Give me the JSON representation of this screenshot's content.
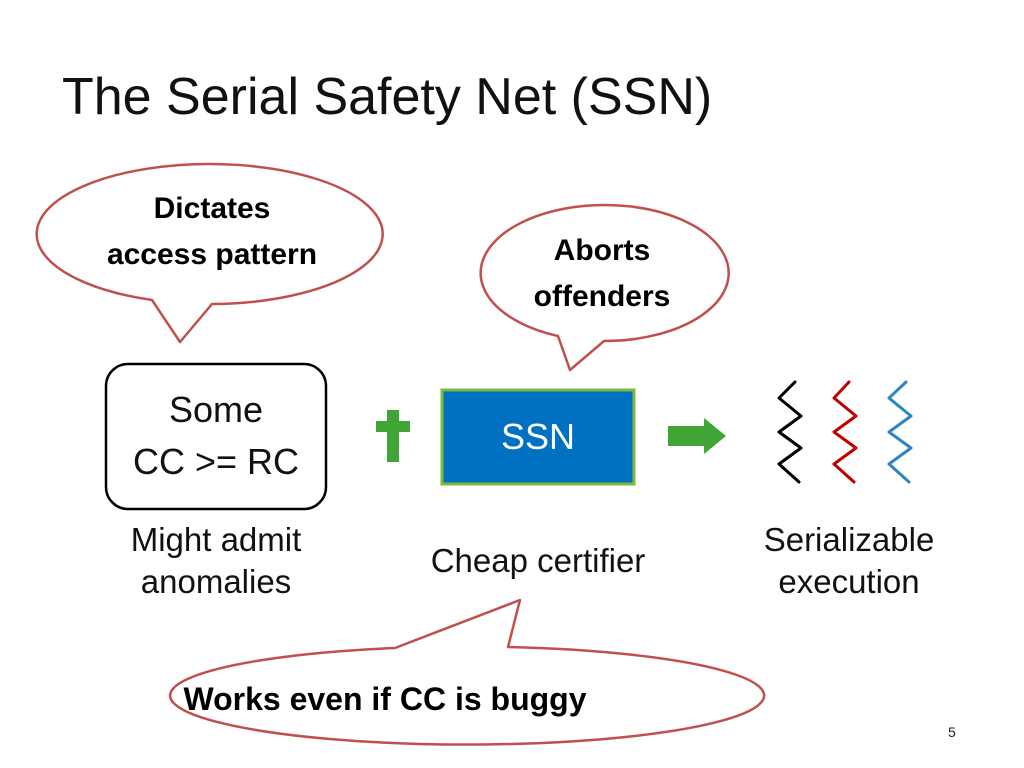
{
  "slide": {
    "title": "The Serial Safety Net (SSN)",
    "page_number": "5"
  },
  "bubbles": {
    "dictates": {
      "line1": "Dictates",
      "line2": "access pattern"
    },
    "aborts": {
      "line1": "Aborts",
      "line2": "offenders"
    },
    "works": {
      "text": "Works even if CC is buggy"
    }
  },
  "boxes": {
    "cc": {
      "line1": "Some",
      "line2": "CC >= RC"
    },
    "ssn": {
      "label": "SSN"
    }
  },
  "captions": {
    "cc": {
      "line1": "Might admit",
      "line2": "anomalies"
    },
    "ssn": {
      "text": "Cheap certifier"
    },
    "result": {
      "line1": "Serializable",
      "line2": "execution"
    }
  },
  "colors": {
    "bubble_stroke": "#c0504d",
    "ssn_fill": "#0070c0",
    "ssn_stroke": "#7dba3c",
    "plus": "#3fa535",
    "arrow": "#3fa535",
    "thread_black": "#000000",
    "thread_red": "#c00000",
    "thread_blue": "#2e86c1"
  },
  "icons": [
    "plus-icon",
    "right-arrow-icon",
    "black-thread-icon",
    "red-thread-icon",
    "blue-thread-icon"
  ]
}
